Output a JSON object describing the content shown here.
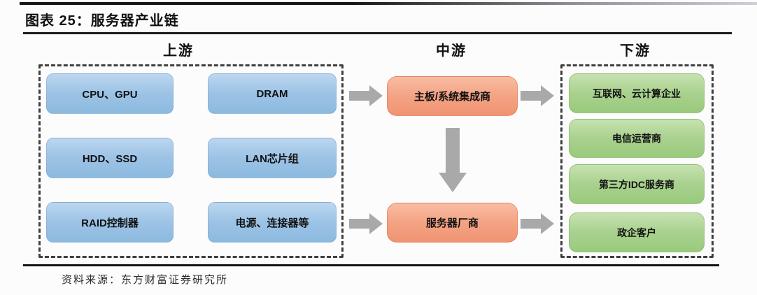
{
  "title": "图表 25：服务器产业链",
  "source": "资料来源：东方财富证券研究所",
  "sections": {
    "upstream": {
      "label": "上游",
      "nodes": [
        "CPU、GPU",
        "DRAM",
        "HDD、SSD",
        "LAN芯片组",
        "RAID控制器",
        "电源、连接器等"
      ]
    },
    "midstream": {
      "label": "中游",
      "nodes": [
        "主板/系统集成商",
        "服务器厂商"
      ]
    },
    "downstream": {
      "label": "下游",
      "nodes": [
        "互联网、云计算企业",
        "电信运营商",
        "第三方IDC服务商",
        "政企客户"
      ]
    }
  },
  "colors": {
    "upstream_node": "#9DC3E6",
    "midstream_node": "#F4A384",
    "downstream_node": "#A9D18E",
    "arrow": "#A9A9A9",
    "dashed_border": "#3F3F3F"
  }
}
